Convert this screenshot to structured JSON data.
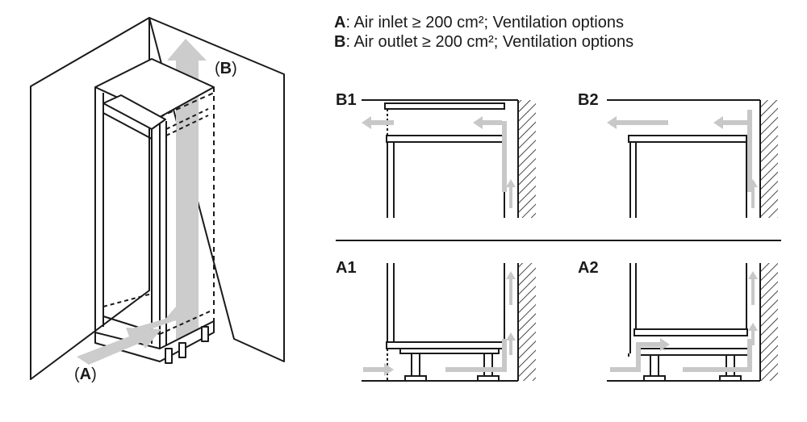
{
  "legend": [
    {
      "key": "A",
      "text": ": Air inlet ≥ 200 cm²; Ventilation options"
    },
    {
      "key": "B",
      "text": ": Air outlet ≥ 200 cm²; Ventilation options"
    }
  ],
  "cabinet_labels": {
    "outlet": "B",
    "inlet": "A"
  },
  "panels": {
    "b1": "B1",
    "b2": "B2",
    "a1": "A1",
    "a2": "A2"
  },
  "colors": {
    "line": "#1a1a1a",
    "arrow": "#c8c8c8",
    "arrow_light": "#d4d4d4"
  }
}
